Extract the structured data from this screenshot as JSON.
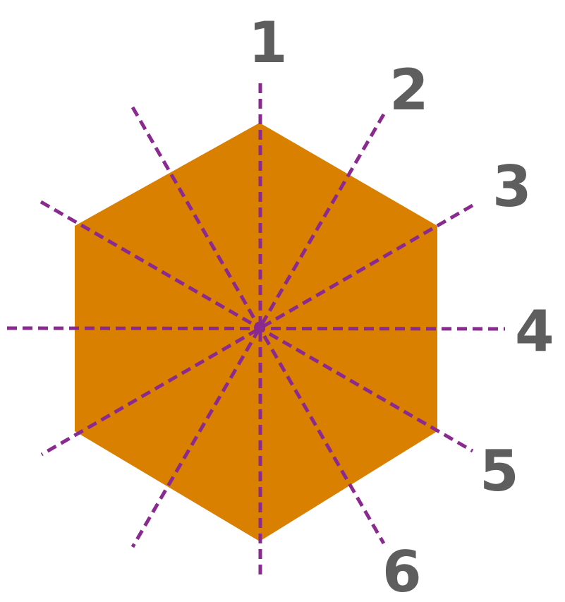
{
  "diagram": {
    "shape": "regular-hexagon",
    "lines_of_symmetry": [
      {
        "label": "1"
      },
      {
        "label": "2"
      },
      {
        "label": "3"
      },
      {
        "label": "4"
      },
      {
        "label": "5"
      },
      {
        "label": "6"
      }
    ]
  },
  "colors": {
    "hexagon_fill": "#D98000",
    "axis_line": "#8A2A90",
    "label_text": "#5E5E5E",
    "background": "#FFFFFF"
  }
}
